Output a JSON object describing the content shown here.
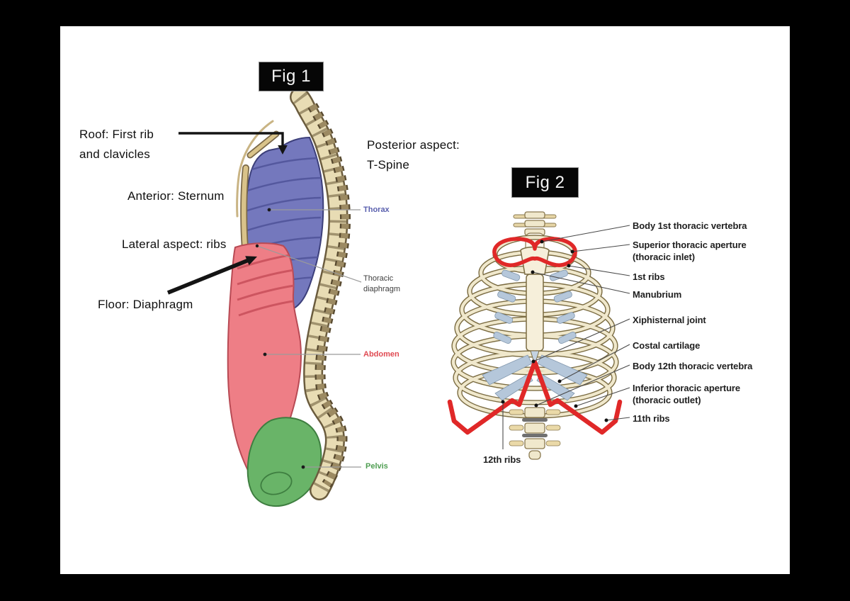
{
  "slide": {
    "fig1": {
      "caption": "Fig 1",
      "annotations": {
        "roof_line1": "Roof: First rib",
        "roof_line2": "and clavicles",
        "anterior": "Anterior: Sternum",
        "lateral": "Lateral aspect: ribs",
        "floor": "Floor: Diaphragm",
        "posterior_line1": "Posterior aspect:",
        "posterior_line2": "T-Spine"
      },
      "region_labels": {
        "thorax": "Thorax",
        "diaphragm_line1": "Thoracic",
        "diaphragm_line2": "diaphragm",
        "abdomen": "Abdomen",
        "pelvis": "Pelvis"
      },
      "colors": {
        "thorax_region": "#7478bd",
        "abdomen_region": "#ee7e86",
        "pelvis_region": "#69b468",
        "thorax_label": "#5a60ae",
        "abdomen_label": "#e04a52",
        "pelvis_label": "#4f9e52",
        "diaphragm_label": "#3d3d3d"
      }
    },
    "fig2": {
      "caption": "Fig 2",
      "labels": {
        "body_1st": "Body 1st thoracic vertebra",
        "superior_aperture_line1": "Superior thoracic aperture",
        "superior_aperture_line2": "(thoracic inlet)",
        "first_ribs": "1st ribs",
        "manubrium": "Manubrium",
        "xiphisternal": "Xiphisternal joint",
        "costal_cartilage": "Costal cartilage",
        "body_12th": "Body 12th thoracic vertebra",
        "inferior_aperture_line1": "Inferior thoracic aperture",
        "inferior_aperture_line2": "(thoracic outlet)",
        "eleventh_ribs": "11th ribs",
        "twelfth_ribs": "12th ribs"
      },
      "colors": {
        "aperture_outline": "#e02828",
        "bone": "#f0e8cc",
        "bone_outline": "#7b6c42",
        "cartilage": "#b5c7da"
      }
    }
  }
}
